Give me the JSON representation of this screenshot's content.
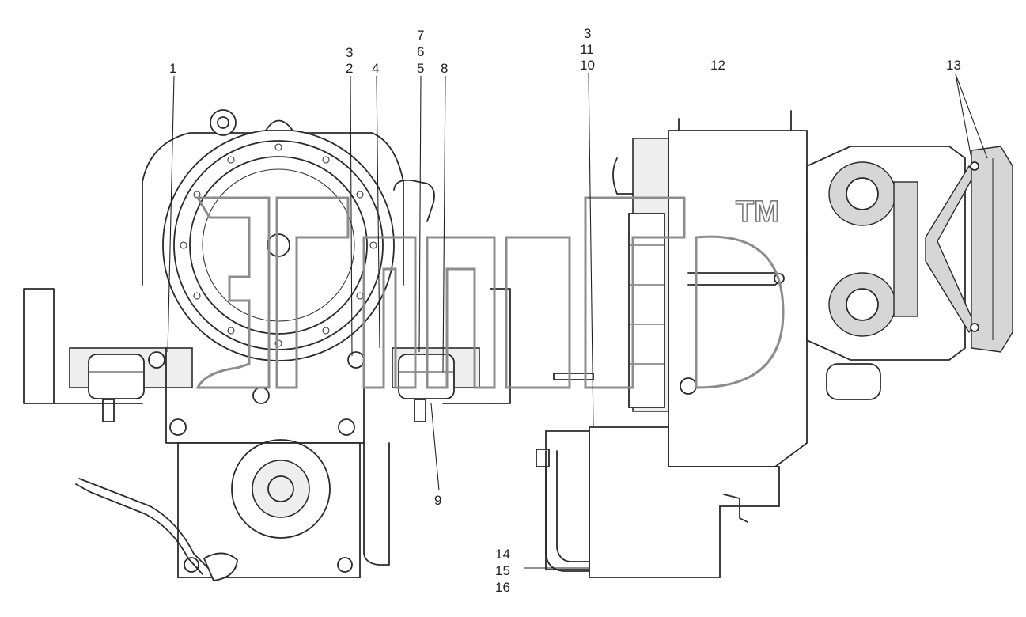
{
  "callouts": {
    "c1": "1",
    "c2": "2",
    "c3a": "3",
    "c4": "4",
    "c5": "5",
    "c6": "6",
    "c7": "7",
    "c8": "8",
    "c9": "9",
    "c3b": "3",
    "c11": "11",
    "c10": "10",
    "c12": "12",
    "c13": "13",
    "c14": "14",
    "c15": "15",
    "c16": "16"
  },
  "watermark": {
    "tm": "TM"
  }
}
